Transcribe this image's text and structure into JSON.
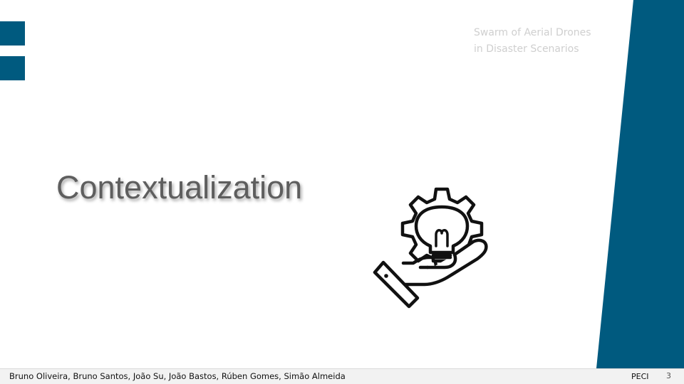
{
  "header": {
    "title_line1": "Swarm of Aerial Drones",
    "title_line2": "in Disaster Scenarios"
  },
  "slide": {
    "section_title": "Contextualization",
    "illustration_icon": "hand-gear-lightbulb-icon"
  },
  "footer": {
    "authors": "Bruno Oliveira, Bruno Santos, João Su, João Bastos, Rúben Gomes, Simão Almeida",
    "course": "PECI",
    "page_number": "3"
  },
  "colors": {
    "accent": "#005a7f",
    "title_text": "#5e5e5e",
    "header_text": "#cfcfcf",
    "footer_bg": "#f2f2f2"
  }
}
